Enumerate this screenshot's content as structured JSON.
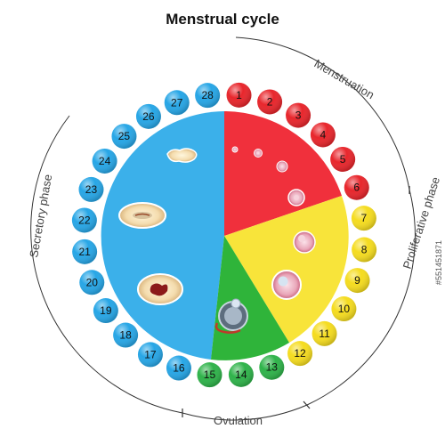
{
  "title": "Menstrual cycle",
  "watermark": "#551451871",
  "phases": {
    "menstruation": "Menstruation",
    "proliferative": "Proliferative phase",
    "ovulation": "Ovulation",
    "secretory": "Secretory phase"
  },
  "days": [
    {
      "n": "1",
      "color": "#e8262c"
    },
    {
      "n": "2",
      "color": "#e8262c"
    },
    {
      "n": "3",
      "color": "#e8262c"
    },
    {
      "n": "4",
      "color": "#e8262c"
    },
    {
      "n": "5",
      "color": "#e8262c"
    },
    {
      "n": "6",
      "color": "#e8262c"
    },
    {
      "n": "7",
      "color": "#f5dc1f"
    },
    {
      "n": "8",
      "color": "#f5dc1f"
    },
    {
      "n": "9",
      "color": "#f5dc1f"
    },
    {
      "n": "10",
      "color": "#f5dc1f"
    },
    {
      "n": "11",
      "color": "#f5dc1f"
    },
    {
      "n": "12",
      "color": "#f5dc1f"
    },
    {
      "n": "13",
      "color": "#2fb34a"
    },
    {
      "n": "14",
      "color": "#2fb34a"
    },
    {
      "n": "15",
      "color": "#2fb34a"
    },
    {
      "n": "16",
      "color": "#27a6e6"
    },
    {
      "n": "17",
      "color": "#27a6e6"
    },
    {
      "n": "18",
      "color": "#27a6e6"
    },
    {
      "n": "19",
      "color": "#27a6e6"
    },
    {
      "n": "20",
      "color": "#27a6e6"
    },
    {
      "n": "21",
      "color": "#27a6e6"
    },
    {
      "n": "22",
      "color": "#27a6e6"
    },
    {
      "n": "23",
      "color": "#27a6e6"
    },
    {
      "n": "24",
      "color": "#27a6e6"
    },
    {
      "n": "25",
      "color": "#27a6e6"
    },
    {
      "n": "26",
      "color": "#27a6e6"
    },
    {
      "n": "27",
      "color": "#27a6e6"
    },
    {
      "n": "28",
      "color": "#27a6e6"
    }
  ],
  "colors": {
    "menstruation": "#f0303c",
    "proliferative": "#f8e43a",
    "ovulation": "#2fb43a",
    "secretory": "#3bb0ea"
  }
}
